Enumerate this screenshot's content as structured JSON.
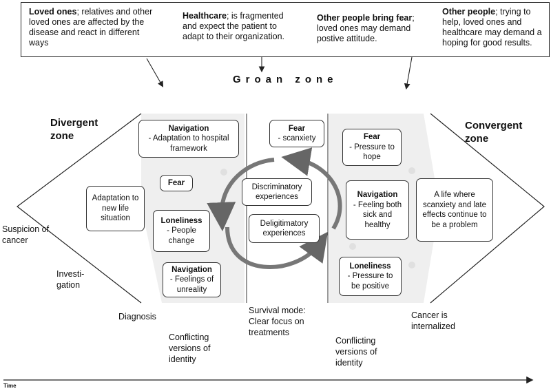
{
  "top": {
    "loved_bold": "Loved ones",
    "loved_rest": "; relatives and other loved ones are affected by the disease and react in different ways",
    "health_bold": "Healthcare",
    "health_rest": "; is fragmented and expect the patient to adapt to their organization.",
    "fear_bold": "Other people bring fear",
    "fear_rest": "; loved ones may demand postive attitude.",
    "other_bold": "Other people",
    "other_rest": "; trying to help, loved ones and healthcare may demand a hoping for good results."
  },
  "groan_zone": "Groan zone",
  "divergent_zone": "Divergent zone",
  "convergent_zone": "Convergent zone",
  "boxes": {
    "nav_adapt": {
      "heading": "Navigation",
      "text": "- Adaptation to hospital framework"
    },
    "fear_left": {
      "heading": "Fear",
      "text": ""
    },
    "adaptation": {
      "heading": "",
      "text": "Adaptation to new life situation"
    },
    "loneliness_left": {
      "heading": "Loneliness",
      "text": "- People change"
    },
    "nav_unreality": {
      "heading": "Navigation",
      "text": "- Feelings of unreality"
    },
    "fear_center": {
      "heading": "Fear",
      "text": "- scanxiety"
    },
    "discriminatory": {
      "heading": "",
      "text": "Discriminatory experiences"
    },
    "deligitimatory": {
      "heading": "",
      "text": "Deligitimatory experiences"
    },
    "fear_right": {
      "heading": "Fear",
      "text": "- Pressure to hope"
    },
    "nav_sick": {
      "heading": "Navigation",
      "text": "- Feeling both sick and healthy"
    },
    "loneliness_right": {
      "heading": "Loneliness",
      "text": "- Pressure to be positive"
    },
    "life_scanxiety": {
      "heading": "",
      "text": "A life where scanxiety and late effects continue to be a problem"
    }
  },
  "labels": {
    "suspicion": "Suspicion of cancer",
    "investigation": "Investi- gation",
    "diagnosis": "Diagnosis",
    "conflicting_left": "Conflicting versions of identity",
    "survival": "Survival mode: Clear focus on treatments",
    "conflicting_right": "Conflicting versions of identity",
    "cancer_internalized": "Cancer is internalized",
    "time": "Time"
  }
}
